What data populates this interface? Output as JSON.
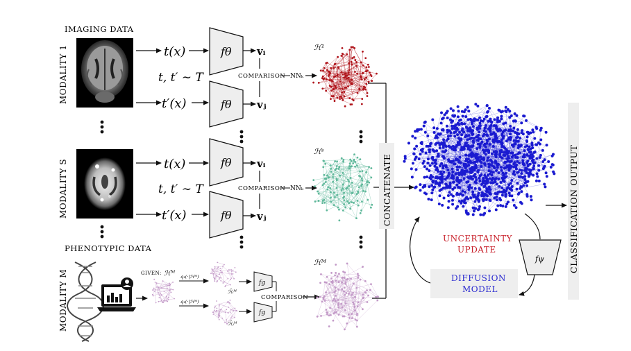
{
  "labels": {
    "imaging_data": "IMAGING DATA",
    "phenotypic_data": "PHENOTYPIC DATA",
    "modality_1": "MODALITY 1",
    "modality_s": "MODALITY S",
    "modality_m": "MODALITY M",
    "t_x": "t(x)",
    "t_prime_x": "t′(x)",
    "t_sample": "t, t′ ∼ T",
    "f_theta": "fθ",
    "v_i": "vᵢ",
    "v_j": "vⱼ",
    "comparison": "COMPARISON",
    "nn_k": "NNₖ",
    "h_1": "ℋ¹",
    "h_s": "ℋˢ",
    "h_m": "ℋᴹ",
    "given": "GIVEN:",
    "given_h": "ℋᴹ",
    "q_top": "q₁(·|ℋᴹ)",
    "q_bottom": "q₁(·|ℋᴹ)",
    "h_tilde_top": "ℋ̃ᵢᴹ",
    "h_tilde_bottom": "ℋ̃ⱼᴹ",
    "f_g": "fg",
    "concatenate": "CONCATENATE",
    "uncertainty_update_1": "UNCERTAINTY",
    "uncertainty_update_2": "UPDATE",
    "diffusion_model_1": "DIFFUSION",
    "diffusion_model_2": "MODEL",
    "f_psi": "fψ",
    "classification_output": "CLASSIFICATION OUTPUT"
  },
  "colors": {
    "red_graph": "#b0151c",
    "teal_graph": "#5fb89a",
    "purple_graph": "#c39ac8",
    "blue_graph": "#1a1ad0",
    "uncertainty_text": "#c8202a",
    "diffusion_text": "#2b2bd0",
    "box_fill": "#eeeeee"
  },
  "icons": [
    "mri-brain-icon",
    "pet-brain-icon",
    "dna-helix-icon",
    "laptop-user-icon",
    "dots-icon"
  ]
}
